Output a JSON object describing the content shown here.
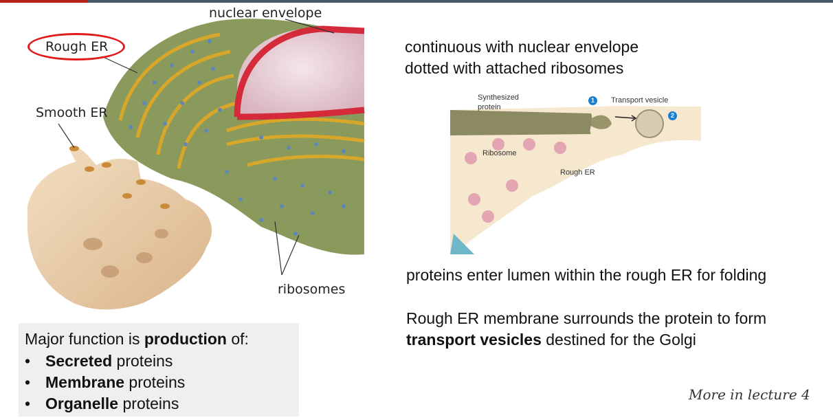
{
  "labels": {
    "nuclear_envelope": "nuclear envelope",
    "rough_er": "Rough ER",
    "smooth_er": "Smooth ER",
    "ribosomes": "ribosomes"
  },
  "function_box": {
    "title_pre": "Major function is ",
    "title_bold": "production",
    "title_post": " of:",
    "items": [
      {
        "bold": "Secreted",
        "rest": " proteins"
      },
      {
        "bold": "Membrane",
        "rest": " proteins"
      },
      {
        "bold": "Organelle",
        "rest": " proteins"
      }
    ]
  },
  "text": {
    "line1": "continuous with nuclear envelope",
    "line2": "dotted with attached ribosomes",
    "line3": "proteins enter lumen within the rough ER for folding",
    "line4": "Rough ER membrane surrounds the protein to form",
    "line5_bold": "transport vesicles",
    "line5_rest": " destined for the Golgi",
    "more": "More in lecture 4"
  },
  "small_diagram": {
    "synthesized_line1": "Synthesized",
    "synthesized_line2": "protein",
    "transport_vesicle": "Transport vesicle",
    "ribosome": "Ribosome",
    "rough_er": "Rough ER",
    "step1": "1",
    "step2": "2"
  },
  "colors": {
    "oval": "#e01b1b",
    "badge": "#1a7fd0",
    "box": "#efefef"
  }
}
